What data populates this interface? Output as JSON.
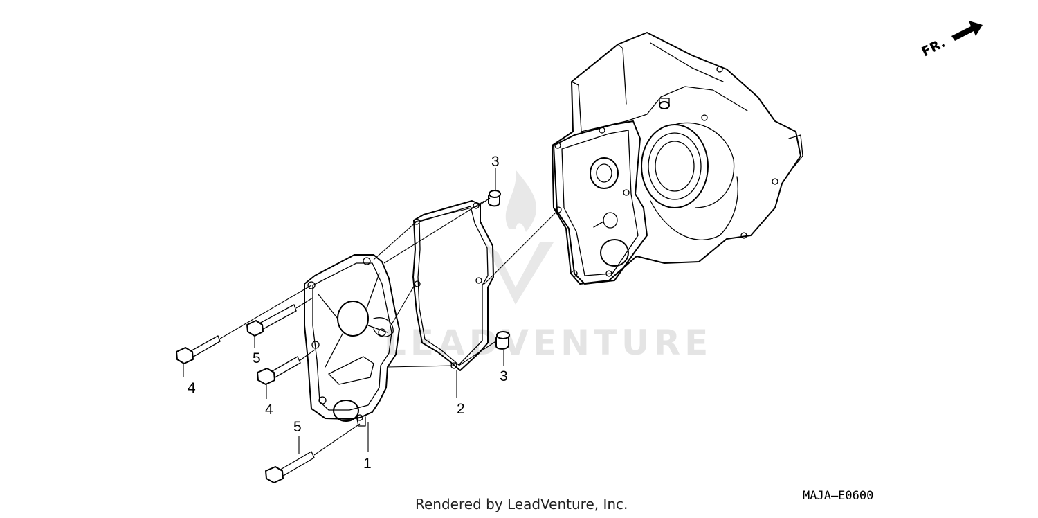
{
  "watermark": {
    "text": "LEADVENTURE"
  },
  "direction_indicator": {
    "label": "FR."
  },
  "callouts": [
    {
      "id": "c1",
      "number": "1"
    },
    {
      "id": "c2",
      "number": "2"
    },
    {
      "id": "c3a",
      "number": "3"
    },
    {
      "id": "c3b",
      "number": "3"
    },
    {
      "id": "c4a",
      "number": "4"
    },
    {
      "id": "c4b",
      "number": "4"
    },
    {
      "id": "c5a",
      "number": "5"
    },
    {
      "id": "c5b",
      "number": "5"
    }
  ],
  "footer": {
    "rendered_by": "Rendered by LeadVenture, Inc."
  },
  "diagram_code": "MAJA–E0600"
}
